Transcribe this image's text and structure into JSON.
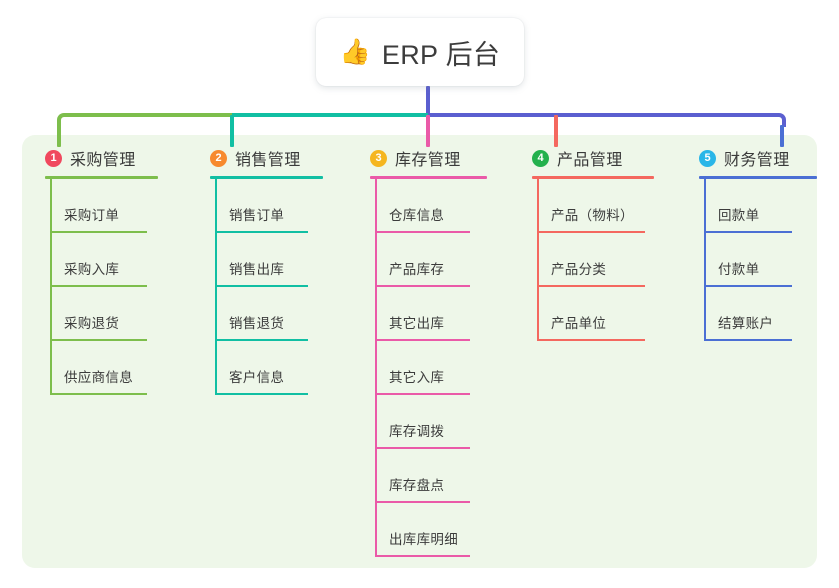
{
  "root": {
    "icon": "thumbs-up-emoji",
    "emoji": "👍",
    "title": "ERP 后台"
  },
  "panel": {
    "background": "#eef7e9"
  },
  "connector": {
    "stem_color": "#5b5fd0",
    "bus_segments": [
      {
        "name": "bus-green",
        "color": "#7dbe4c"
      },
      {
        "name": "bus-teal",
        "color": "#11bfa3"
      },
      {
        "name": "bus-indigo",
        "color": "#5b5fd0"
      }
    ]
  },
  "columns": [
    {
      "number": "1",
      "title": "采购管理",
      "badge_color": "#f0485e",
      "line_color": "#7dbe4c",
      "items": [
        "采购订单",
        "采购入库",
        "采购退货",
        "供应商信息"
      ]
    },
    {
      "number": "2",
      "title": "销售管理",
      "badge_color": "#f78a2e",
      "line_color": "#11bfa3",
      "items": [
        "销售订单",
        "销售出库",
        "销售退货",
        "客户信息"
      ]
    },
    {
      "number": "3",
      "title": "库存管理",
      "badge_color": "#f5b620",
      "line_color": "#ea5aa8",
      "items": [
        "仓库信息",
        "产品库存",
        "其它出库",
        "其它入库",
        "库存调拨",
        "库存盘点",
        "出库库明细"
      ]
    },
    {
      "number": "4",
      "title": "产品管理",
      "badge_color": "#23b14d",
      "line_color": "#f4685f",
      "items": [
        "产品（物料）",
        "产品分类",
        "产品单位"
      ]
    },
    {
      "number": "5",
      "title": "财务管理",
      "badge_color": "#29b6e8",
      "line_color": "#4b6fd4",
      "items": [
        "回款单",
        "付款单",
        "结算账户"
      ]
    }
  ]
}
